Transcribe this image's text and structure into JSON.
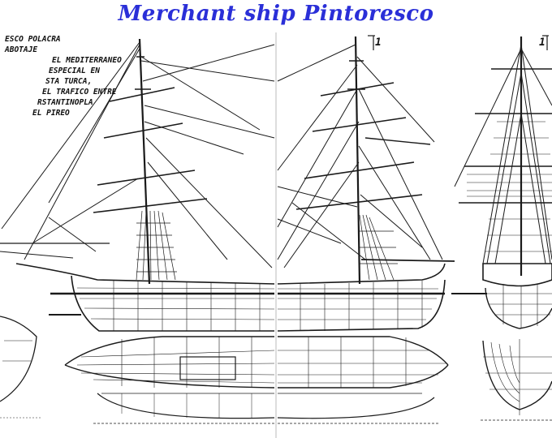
{
  "title": "Merchant ship Pintoresco",
  "spanish_notes": [
    "ESCO POLACRA",
    "ABOTAJE",
    "EL MEDITERRANEO",
    "ESPECIAL EN",
    "STA TURCA,",
    "EL TRAFICO ENTRE",
    "RSTANTINOPLA",
    "EL PIREO"
  ],
  "sheet_markers": [
    "1",
    "1"
  ],
  "colors": {
    "title": "#2a2fd8",
    "ink": "#1a1a1a",
    "paper": "#ffffff"
  }
}
